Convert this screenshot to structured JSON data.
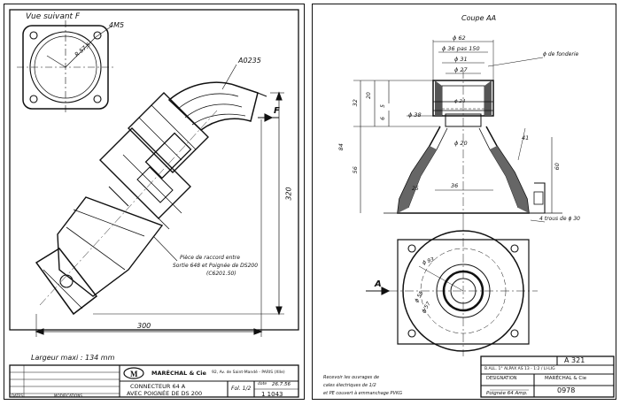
{
  "left_sheet": {
    "view_title": "Vue suivant F",
    "hole_note": "4M5",
    "radius_note": "R 57,5",
    "part_ref": "A0235",
    "arrow_label": "F",
    "dim_height": "320",
    "dim_length": "300",
    "part_note_line1": "Pièce de raccord entre",
    "part_note_line2": "Sortie 648 et Poignée de DS200",
    "part_note_line3": "(C6201.50)",
    "max_width": "Largeur maxi : 134 mm",
    "title_block": {
      "company": "MARÉCHAL & Cie",
      "address": "92, Av. de Saint-Mandé - PARIS (XIIe)",
      "designation_line1": "CONNECTEUR 64 A",
      "designation_line2": "AVEC POIGNÉE DE DS 200",
      "sheet_label": "Fol. 1/2",
      "sheet_no": "1 1043",
      "date_label": "date",
      "date_value": "26.7.56",
      "modifications": "MODIFICATIONS",
      "dates_col": "DATES"
    }
  },
  "right_sheet": {
    "section_title": "Coupe AA",
    "dims": {
      "d62": "ϕ 62",
      "d36": "ϕ 36 pas 150",
      "d31": "ϕ 31",
      "d27": "ϕ 27",
      "d24": "ϕ 24",
      "d38": "ϕ 38",
      "d20": "ϕ 20",
      "v32": "32",
      "v84": "84",
      "v56": "56",
      "v20": "20",
      "v6": "6",
      "v5": "5",
      "v60": "60",
      "v41": "41",
      "h36": "36",
      "h25": "25",
      "d93": "ϕ 93",
      "d55": "ϕ 55",
      "d57": "ϕ 57"
    },
    "wire_note": "ϕ de fonderie",
    "holes_note": "4 trous de ϕ 30",
    "section_arrow": "A",
    "notes": [
      "Recevoir les ouvrages de",
      "cales électriques de 1/2",
      "et PE couvert à emmanchage PVKG"
    ],
    "title_block": {
      "ref": "A 321",
      "material": "B.ALL. 1° ALPAX AS 13 - 1:2 / LI-LIG",
      "designation_label": "DESIGNATION",
      "company": "MARÉCHAL & Cie",
      "designation_value": "Poignée 64 Amp.",
      "part_no": "0978"
    }
  }
}
